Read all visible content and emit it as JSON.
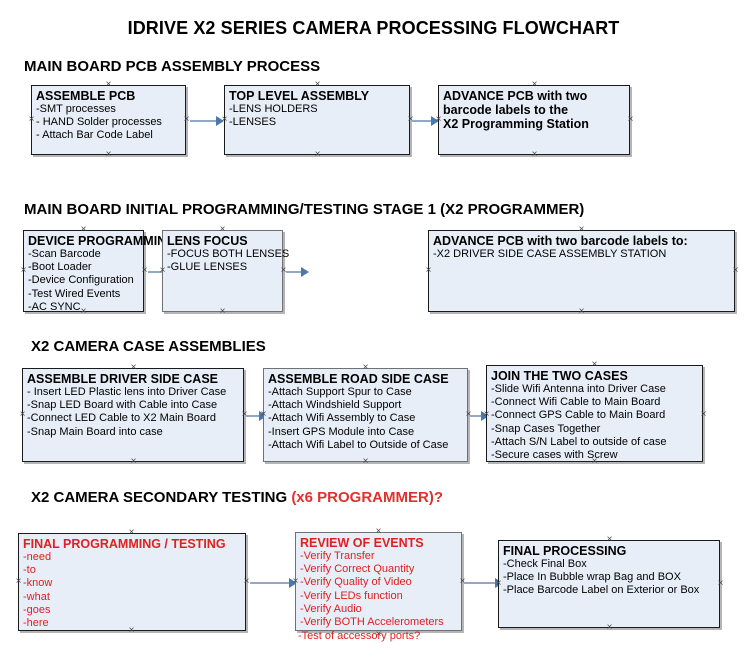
{
  "document": {
    "title": "IDRIVE X2  SERIES CAMERA PROCESSING FLOWCHART"
  },
  "colors": {
    "node_fill": "#e7eef8",
    "node_border": "#1a1a1a",
    "node_border_gray": "#6f7173",
    "text": "#000000",
    "accent_red": "#e02020",
    "connector": "#8fa9c6",
    "arrowhead": "#4a78ad",
    "background": "#ffffff"
  },
  "sections": [
    {
      "id": "main-board-pcb-assembly-process",
      "header": "MAIN BOARD PCB ASSEMBLY PROCESS",
      "header_accent": "",
      "nodes": [
        {
          "id": "assemble-pcb",
          "title": "ASSEMBLE PCB",
          "lines": [
            "-SMT processes",
            "- HAND Solder processes",
            "- Attach Bar Code Label"
          ]
        },
        {
          "id": "top-level-assembly",
          "title": "TOP LEVEL ASSEMBLY",
          "lines": [
            "-LENS HOLDERS",
            "-LENSES"
          ]
        },
        {
          "id": "advance-pcb-programming-station",
          "title": "ADVANCE PCB with two",
          "lines": [
            "barcode labels to the",
            " X2 Programming Station"
          ]
        }
      ]
    },
    {
      "id": "main-board-initial-programming",
      "header": "MAIN BOARD INITIAL PROGRAMMING/TESTING STAGE 1 (X2 PROGRAMMER)",
      "header_accent": "",
      "nodes": [
        {
          "id": "device-programming",
          "title": "DEVICE PROGRAMMING",
          "lines": [
            "-Scan Barcode",
            "-Boot Loader",
            "-Device Configuration",
            "-Test Wired Events",
            "-AC SYNC"
          ]
        },
        {
          "id": "lens-focus",
          "title": "LENS FOCUS",
          "lines": [
            "-FOCUS BOTH LENSES",
            "-GLUE LENSES"
          ]
        },
        {
          "id": "advance-pcb-driver-side-case",
          "title": "ADVANCE PCB with two barcode labels to:",
          "lines": [
            "-X2 DRIVER  SIDE  CASE  ASSEMBLY STATION"
          ]
        }
      ]
    },
    {
      "id": "x2-camera-case-assemblies",
      "header": "X2 CAMERA CASE ASSEMBLIES",
      "header_accent": "",
      "nodes": [
        {
          "id": "assemble-driver-side-case",
          "title": "ASSEMBLE DRIVER SIDE CASE",
          "lines": [
            "- Insert LED Plastic lens into Driver Case",
            "-Snap LED Board with Cable into Case",
            "-Connect LED Cable to X2 Main Board",
            "-Snap Main Board into case"
          ]
        },
        {
          "id": "assemble-road-side-case",
          "title": "ASSEMBLE ROAD SIDE CASE",
          "lines": [
            "-Attach Support Spur to Case",
            "-Attach Windshield Support",
            "-Attach Wifi Assembly to Case",
            "-Insert GPS Module into Case",
            "-Attach Wifi Label to Outside of Case"
          ]
        },
        {
          "id": "join-the-two-cases",
          "title": "JOIN THE TWO CASES",
          "lines": [
            "-Slide Wifi Antenna into Driver Case",
            "-Connect Wifi Cable to Main Board",
            "-Connect GPS Cable to Main Board",
            "-Snap Cases Together",
            "-Attach S/N Label to outside of case",
            "-Secure cases with Screw"
          ]
        }
      ]
    },
    {
      "id": "x2-camera-secondary-testing",
      "header": "X2 CAMERA SECONDARY TESTING ",
      "header_accent": "(x6 PROGRAMMER)?",
      "nodes": [
        {
          "id": "final-programming-testing",
          "title": "FINAL PROGRAMMING / TESTING",
          "lines": [
            "-need",
            "-to",
            "-know",
            "-what",
            "-goes",
            "-here"
          ]
        },
        {
          "id": "review-of-events",
          "title": "REVIEW OF EVENTS",
          "lines": [
            "-Verify Transfer",
            "-Verify Correct Quantity",
            "-Verify Quality of Video",
            "-Verify LEDs function",
            "-Verify Audio",
            "-Verify BOTH Accelerometers"
          ],
          "overflow_line": "-Test of accessory ports?"
        },
        {
          "id": "final-processing",
          "title": "FINAL PROCESSING",
          "lines": [
            " -Check Final Box",
            "-Place In Bubble wrap Bag and BOX",
            "-Place Barcode Label on Exterior or Box"
          ]
        }
      ]
    }
  ]
}
